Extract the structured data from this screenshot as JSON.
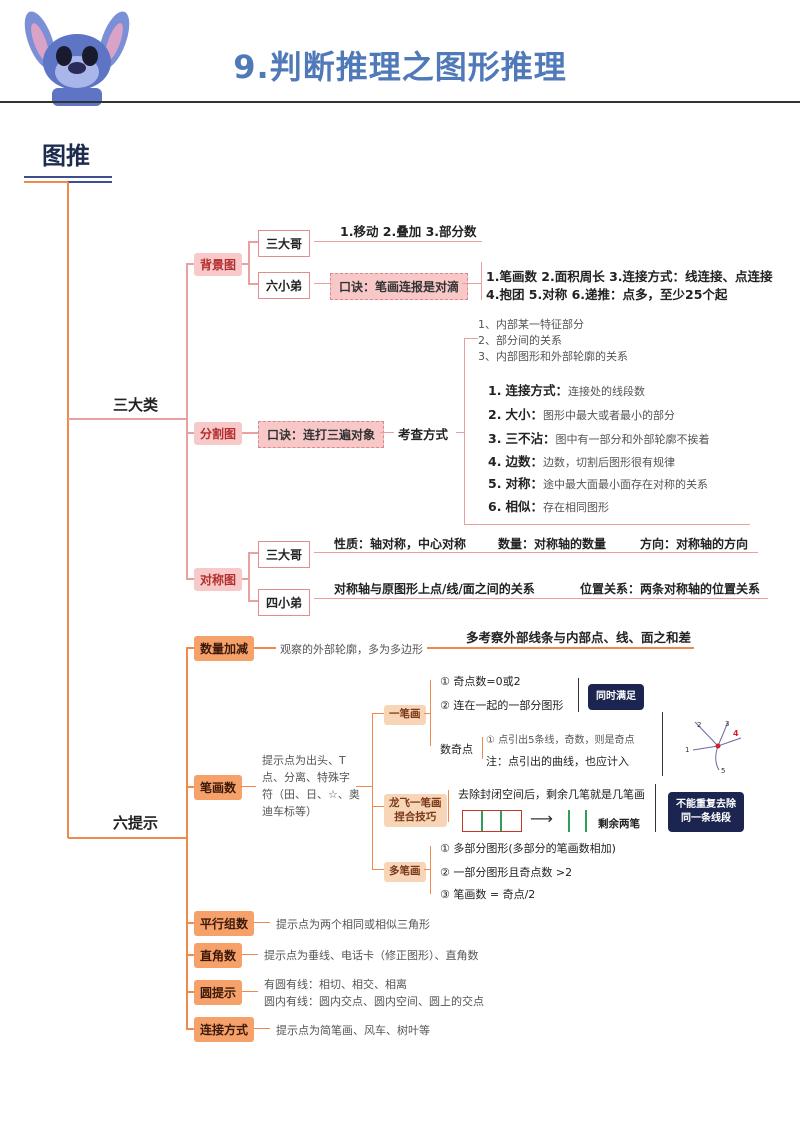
{
  "header": {
    "title": "9.判断推理之图形推理",
    "topic": "图推"
  },
  "san_da_lei": {
    "label": "三大类",
    "beijing": {
      "tag": "背景图",
      "sanda": "三大哥",
      "sanda_text": "1.移动  2.叠加  3.部分数",
      "liuxiao": "六小弟",
      "koujue": "口诀：笔画连报是对滴",
      "line1": "1.笔画数  2.面积周长  3.连接方式：线连接、点连接",
      "line2": "4.抱团      5.对称       6.递推：点多，至少25个起"
    },
    "fenge": {
      "tag": "分割图",
      "koujue": "口诀：连打三遍对象",
      "kaocha": "考查方式",
      "top_items": [
        "1、内部某一特征部分",
        "2、部分间的关系",
        "3、内部图形和外部轮廓的关系"
      ],
      "items": [
        {
          "num": "1.",
          "key": "连接方式：",
          "val": "连接处的线段数"
        },
        {
          "num": "2.",
          "key": "大小：",
          "val": "图形中最大或者最小的部分"
        },
        {
          "num": "3.",
          "key": "三不沾：",
          "val": "图中有一部分和外部轮廓不挨着"
        },
        {
          "num": "4.",
          "key": "边数：",
          "val": "边数，切割后图形很有规律"
        },
        {
          "num": "5.",
          "key": "对称：",
          "val": "途中最大面最小面存在对称的关系"
        },
        {
          "num": "6.",
          "key": "相似：",
          "val": "存在相同图形"
        }
      ]
    },
    "duichen": {
      "tag": "对称图",
      "sanda": "三大哥",
      "xingzhi": "性质：轴对称，中心对称",
      "shuliang": "数量：对称轴的数量",
      "fangxiang": "方向：对称轴的方向",
      "sixiao": "四小弟",
      "guanxi": "对称轴与原图形上点/线/面之间的关系",
      "weizhi": "位置关系：两条对称轴的位置关系"
    }
  },
  "liu_tishi": {
    "label": "六提示",
    "shuliang": {
      "tag": "数量加减",
      "hint": "观察的外部轮廓，多为多边形",
      "note": "多考察外部线条与内部点、线、面之和差"
    },
    "bihua": {
      "tag": "笔画数",
      "hint_lines": [
        "提示点为出头、T",
        "点、分离、特殊字",
        "符（田、日、☆、奥",
        "迪车标等）"
      ],
      "yibihua": {
        "tag": "一笔画",
        "c1": "① 奇点数=0或2",
        "c2": "② 连在一起的一部分图形",
        "badge": "同时满足",
        "c3_label": "数奇点",
        "c3_a": "① 点引出5条线，奇数，则是奇点",
        "c3_b": "注：点引出的曲线，也应计入",
        "fig_nums": [
          "2",
          "3",
          "4",
          "1",
          "5"
        ]
      },
      "longfei": {
        "tag": "龙飞一笔画\n捏合技巧",
        "text": "去除封闭空间后，剩余几笔就是几笔画",
        "result": "剩余两笔",
        "badge": "不能重复去除\n同一条线段"
      },
      "duobihua": {
        "tag": "多笔画",
        "c1": "① 多部分图形(多部分的笔画数相加)",
        "c2": "② 一部分图形且奇点数 >2",
        "c3": "③ 笔画数 = 奇点/2"
      }
    },
    "pingxing": {
      "tag": "平行组数",
      "hint": "提示点为两个相同或相似三角形"
    },
    "zhijiao": {
      "tag": "直角数",
      "hint": "提示点为垂线、电话卡（修正图形）、直角数"
    },
    "yuan": {
      "tag": "圆提示",
      "l1": "有圆有线：相切、相交、相离",
      "l2": "圆内有线：圆内交点、圆内空间、圆上的交点"
    },
    "lianjie": {
      "tag": "连接方式",
      "hint": "提示点为简笔画、风车、树叶等"
    }
  },
  "colors": {
    "title": "#4f79b8",
    "orange": "#ef8a4c",
    "pink": "#e8a0a0",
    "navy": "#1b2550"
  },
  "icons": [
    "stitch-mascot-icon",
    "arrow-right-icon"
  ]
}
